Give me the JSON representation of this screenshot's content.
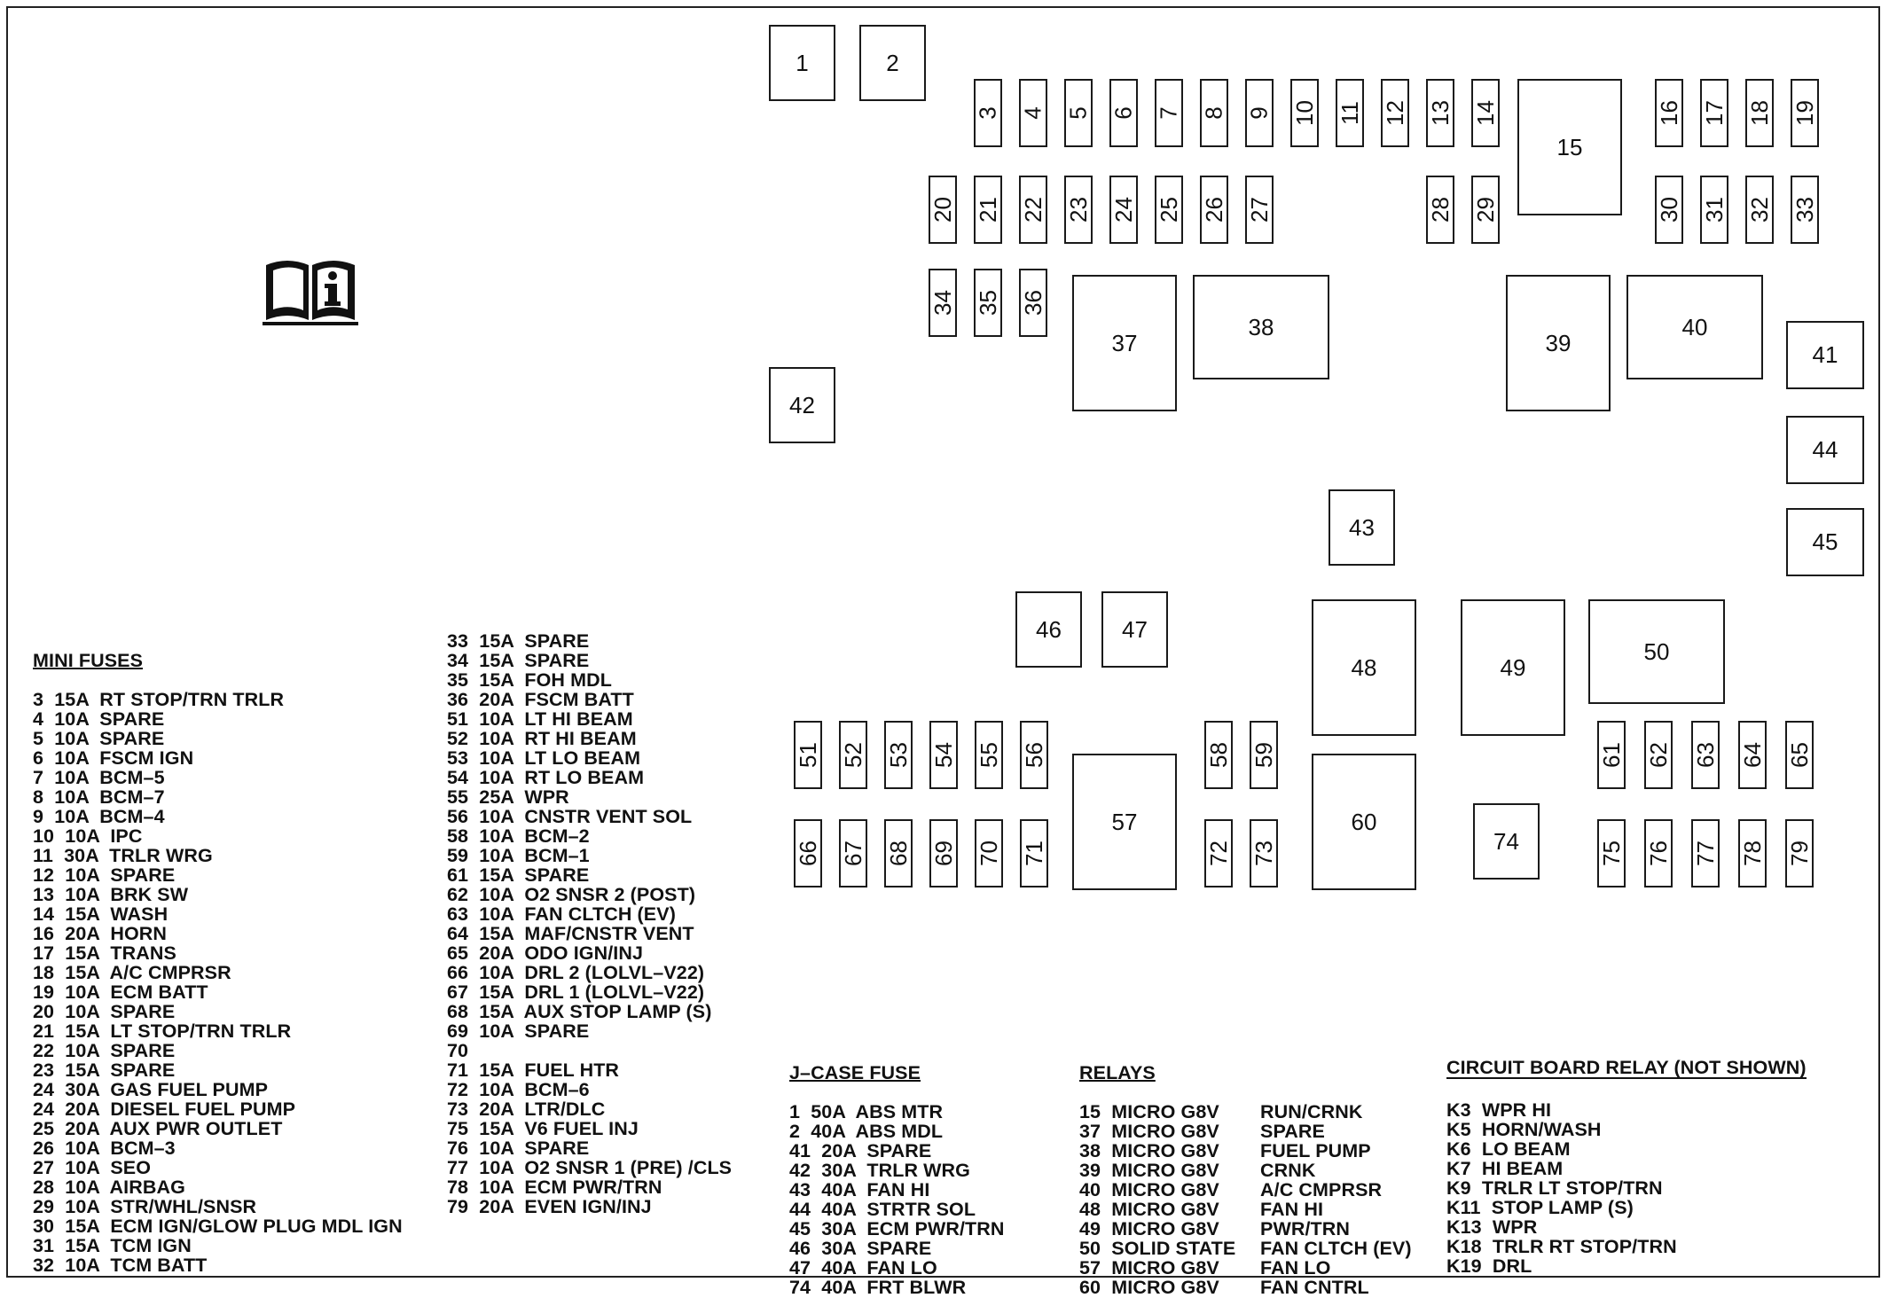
{
  "diagram": {
    "mini_fuses": {
      "heading": "MINI FUSES",
      "column1": [
        "3  15A  RT STOP/TRN TRLR",
        "4  10A  SPARE",
        "5  10A  SPARE",
        "6  10A  FSCM IGN",
        "7  10A  BCM–5",
        "8  10A  BCM–7",
        "9  10A  BCM–4",
        "10  10A  IPC",
        "11  30A  TRLR WRG",
        "12  10A  SPARE",
        "13  10A  BRK SW",
        "14  15A  WASH",
        "16  20A  HORN",
        "17  15A  TRANS",
        "18  15A  A/C CMPRSR",
        "19  10A  ECM BATT",
        "20  10A  SPARE",
        "21  15A  LT STOP/TRN TRLR",
        "22  10A  SPARE",
        "23  15A  SPARE",
        "24  30A  GAS FUEL PUMP",
        "24  20A  DIESEL FUEL PUMP",
        "25  20A  AUX PWR OUTLET",
        "26  10A  BCM–3",
        "27  10A  SEO",
        "28  10A  AIRBAG",
        "29  10A  STR/WHL/SNSR",
        "30  15A  ECM IGN/GLOW PLUG MDL IGN",
        "31  15A  TCM IGN",
        "32  10A  TCM BATT"
      ],
      "column2": [
        "33  15A  SPARE",
        "34  15A  SPARE",
        "35  15A  FOH MDL",
        "36  20A  FSCM BATT",
        "51  10A  LT HI BEAM",
        "52  10A  RT HI BEAM",
        "53  10A  LT LO BEAM",
        "54  10A  RT LO BEAM",
        "55  25A  WPR",
        "56  10A  CNSTR VENT SOL",
        "58  10A  BCM–2",
        "59  10A  BCM–1",
        "61  15A  SPARE",
        "62  10A  O2 SNSR 2 (POST)",
        "63  10A  FAN CLTCH (EV)",
        "64  15A  MAF/CNSTR VENT",
        "65  20A  ODO IGN/INJ",
        "66  10A  DRL 2 (LOLVL–V22)",
        "67  15A  DRL 1 (LOLVL–V22)",
        "68  15A  AUX STOP LAMP (S)",
        "69  10A  SPARE",
        "70",
        "71  15A  FUEL HTR",
        "72  10A  BCM–6",
        "73  20A  LTR/DLC",
        "75  15A  V6 FUEL INJ",
        "76  10A  SPARE",
        "77  10A  O2 SNSR 1 (PRE) /CLS",
        "78  10A  ECM PWR/TRN",
        "79  20A  EVEN IGN/INJ"
      ]
    },
    "jcase": {
      "heading": "J–CASE FUSE",
      "items": [
        "1  50A  ABS MTR",
        "2  40A  ABS MDL",
        "41  20A  SPARE",
        "42  30A  TRLR WRG",
        "43  40A  FAN HI",
        "44  40A  STRTR SOL",
        "45  30A  ECM PWR/TRN",
        "46  30A  SPARE",
        "47  40A  FAN LO",
        "74  40A  FRT BLWR"
      ]
    },
    "relays": {
      "heading": "RELAYS",
      "items": [
        {
          "type": "15  MICRO G8V",
          "function": "RUN/CRNK"
        },
        {
          "type": "37  MICRO G8V",
          "function": "SPARE"
        },
        {
          "type": "38  MICRO G8V",
          "function": "FUEL PUMP"
        },
        {
          "type": "39  MICRO G8V",
          "function": "CRNK"
        },
        {
          "type": "40  MICRO G8V",
          "function": "A/C CMPRSR"
        },
        {
          "type": "48  MICRO G8V",
          "function": "FAN HI"
        },
        {
          "type": "49  MICRO G8V",
          "function": "PWR/TRN"
        },
        {
          "type": "50  SOLID STATE",
          "function": "FAN CLTCH (EV)"
        },
        {
          "type": "57  MICRO G8V",
          "function": "FAN LO"
        },
        {
          "type": "60  MICRO G8V",
          "function": "FAN CNTRL"
        }
      ]
    },
    "circuit_board_relay": {
      "heading": "CIRCUIT BOARD RELAY (NOT SHOWN)",
      "items": [
        "K3  WPR HI",
        "K5  HORN/WASH",
        "K6  LO BEAM",
        "K7  HI BEAM",
        "K9  TRLR LT STOP/TRN",
        "K11  STOP LAMP (S)",
        "K13  WPR",
        "K18  TRLR RT STOP/TRN",
        "K19  DRL"
      ]
    },
    "components": [
      {
        "label": "1",
        "kind": "square"
      },
      {
        "label": "2",
        "kind": "square"
      },
      {
        "label": "3",
        "kind": "fuse"
      },
      {
        "label": "4",
        "kind": "fuse"
      },
      {
        "label": "5",
        "kind": "fuse"
      },
      {
        "label": "6",
        "kind": "fuse"
      },
      {
        "label": "7",
        "kind": "fuse"
      },
      {
        "label": "8",
        "kind": "fuse"
      },
      {
        "label": "9",
        "kind": "fuse"
      },
      {
        "label": "10",
        "kind": "fuse"
      },
      {
        "label": "11",
        "kind": "fuse"
      },
      {
        "label": "12",
        "kind": "fuse"
      },
      {
        "label": "13",
        "kind": "fuse"
      },
      {
        "label": "14",
        "kind": "fuse"
      },
      {
        "label": "15",
        "kind": "relay"
      },
      {
        "label": "16",
        "kind": "fuse"
      },
      {
        "label": "17",
        "kind": "fuse"
      },
      {
        "label": "18",
        "kind": "fuse"
      },
      {
        "label": "19",
        "kind": "fuse"
      },
      {
        "label": "20",
        "kind": "fuse"
      },
      {
        "label": "21",
        "kind": "fuse"
      },
      {
        "label": "22",
        "kind": "fuse"
      },
      {
        "label": "23",
        "kind": "fuse"
      },
      {
        "label": "24",
        "kind": "fuse"
      },
      {
        "label": "25",
        "kind": "fuse"
      },
      {
        "label": "26",
        "kind": "fuse"
      },
      {
        "label": "27",
        "kind": "fuse"
      },
      {
        "label": "28",
        "kind": "fuse"
      },
      {
        "label": "29",
        "kind": "fuse"
      },
      {
        "label": "30",
        "kind": "fuse"
      },
      {
        "label": "31",
        "kind": "fuse"
      },
      {
        "label": "32",
        "kind": "fuse"
      },
      {
        "label": "33",
        "kind": "fuse"
      },
      {
        "label": "34",
        "kind": "fuse"
      },
      {
        "label": "35",
        "kind": "fuse"
      },
      {
        "label": "36",
        "kind": "fuse"
      },
      {
        "label": "37",
        "kind": "relay"
      },
      {
        "label": "38",
        "kind": "relay"
      },
      {
        "label": "39",
        "kind": "relay"
      },
      {
        "label": "40",
        "kind": "relay"
      },
      {
        "label": "41",
        "kind": "square"
      },
      {
        "label": "42",
        "kind": "square"
      },
      {
        "label": "43",
        "kind": "square"
      },
      {
        "label": "44",
        "kind": "square"
      },
      {
        "label": "45",
        "kind": "square"
      },
      {
        "label": "46",
        "kind": "square"
      },
      {
        "label": "47",
        "kind": "square"
      },
      {
        "label": "48",
        "kind": "relay"
      },
      {
        "label": "49",
        "kind": "relay"
      },
      {
        "label": "50",
        "kind": "relay"
      },
      {
        "label": "51",
        "kind": "fuse"
      },
      {
        "label": "52",
        "kind": "fuse"
      },
      {
        "label": "53",
        "kind": "fuse"
      },
      {
        "label": "54",
        "kind": "fuse"
      },
      {
        "label": "55",
        "kind": "fuse"
      },
      {
        "label": "56",
        "kind": "fuse"
      },
      {
        "label": "57",
        "kind": "relay"
      },
      {
        "label": "58",
        "kind": "fuse"
      },
      {
        "label": "59",
        "kind": "fuse"
      },
      {
        "label": "60",
        "kind": "relay"
      },
      {
        "label": "61",
        "kind": "fuse"
      },
      {
        "label": "62",
        "kind": "fuse"
      },
      {
        "label": "63",
        "kind": "fuse"
      },
      {
        "label": "64",
        "kind": "fuse"
      },
      {
        "label": "65",
        "kind": "fuse"
      },
      {
        "label": "66",
        "kind": "fuse"
      },
      {
        "label": "67",
        "kind": "fuse"
      },
      {
        "label": "68",
        "kind": "fuse"
      },
      {
        "label": "69",
        "kind": "fuse"
      },
      {
        "label": "70",
        "kind": "fuse"
      },
      {
        "label": "71",
        "kind": "fuse"
      },
      {
        "label": "72",
        "kind": "fuse"
      },
      {
        "label": "73",
        "kind": "fuse"
      },
      {
        "label": "74",
        "kind": "square"
      },
      {
        "label": "75",
        "kind": "fuse"
      },
      {
        "label": "76",
        "kind": "fuse"
      },
      {
        "label": "77",
        "kind": "fuse"
      },
      {
        "label": "78",
        "kind": "fuse"
      },
      {
        "label": "79",
        "kind": "fuse"
      }
    ],
    "icon": "owner-manual-info-icon"
  }
}
